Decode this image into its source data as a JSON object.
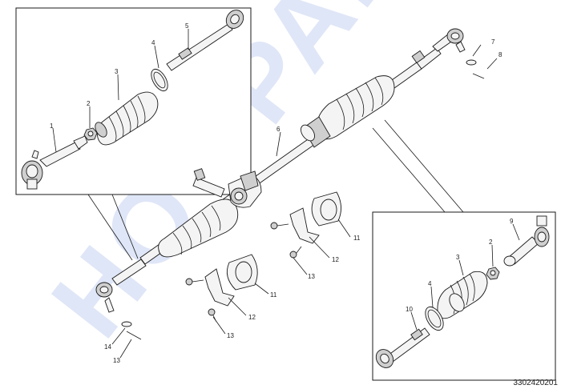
{
  "diagram": {
    "watermark": "HOT PARTS",
    "code": "3302420201",
    "callouts": {
      "inset_top_left": [
        {
          "id": "c1",
          "text": "1"
        },
        {
          "id": "c2",
          "text": "2"
        },
        {
          "id": "c3",
          "text": "3"
        },
        {
          "id": "c4",
          "text": "4"
        },
        {
          "id": "c5",
          "text": "5"
        }
      ],
      "main": [
        {
          "id": "c6",
          "text": "6"
        },
        {
          "id": "c7",
          "text": "7"
        },
        {
          "id": "c8",
          "text": "8"
        },
        {
          "id": "c11a",
          "text": "11"
        },
        {
          "id": "c12a",
          "text": "12"
        },
        {
          "id": "c13a",
          "text": "13"
        },
        {
          "id": "c11b",
          "text": "11"
        },
        {
          "id": "c12b",
          "text": "12"
        },
        {
          "id": "c13b",
          "text": "13"
        },
        {
          "id": "c14",
          "text": "14"
        },
        {
          "id": "c13c",
          "text": "13"
        }
      ],
      "inset_bottom_right": [
        {
          "id": "c9",
          "text": "9"
        },
        {
          "id": "c2b",
          "text": "2"
        },
        {
          "id": "c3b",
          "text": "3"
        },
        {
          "id": "c4b",
          "text": "4"
        },
        {
          "id": "c10",
          "text": "10"
        }
      ]
    }
  }
}
